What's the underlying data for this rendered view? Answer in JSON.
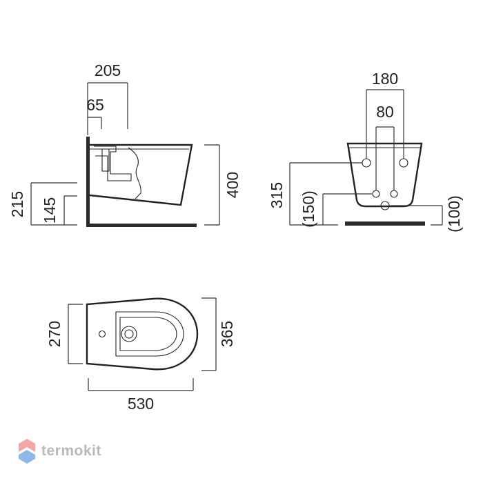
{
  "side_view": {
    "dim_depth_fixing": "205",
    "dim_depth_small": "65",
    "dim_height_total": "400",
    "dim_height_left": "215",
    "dim_height_inner": "145"
  },
  "front_view": {
    "dim_width_outer": "180",
    "dim_width_inner": "80",
    "dim_height_holes": "315",
    "dim_height_left_paren": "(150)",
    "dim_height_right_paren": "(100)"
  },
  "top_view": {
    "dim_width_inner": "270",
    "dim_width_outer": "365",
    "dim_length": "530"
  },
  "brand": {
    "name": "termokit",
    "logo_colors": [
      "#f4a6a6",
      "#8fb8e8"
    ]
  }
}
